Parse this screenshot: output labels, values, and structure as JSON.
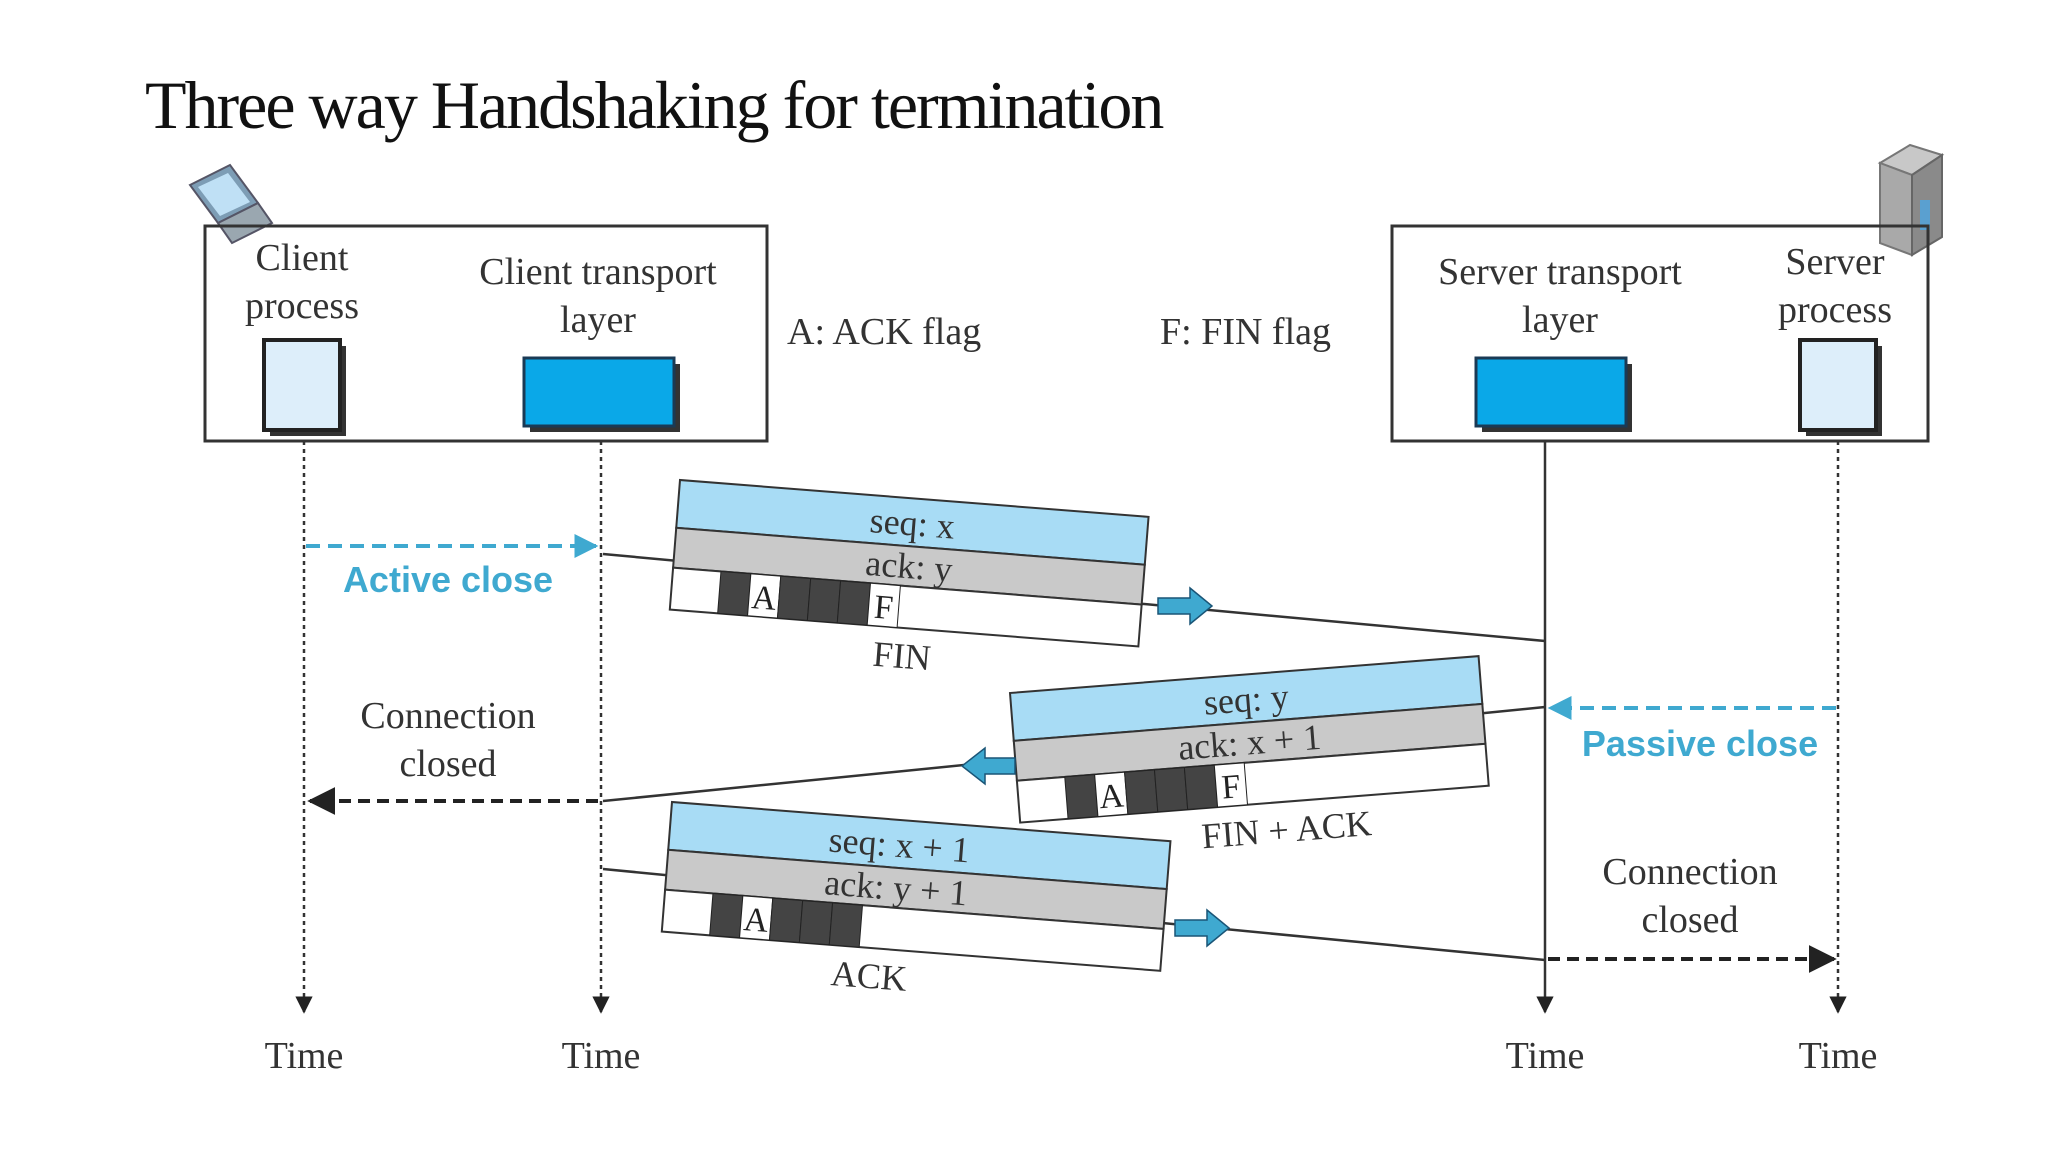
{
  "title": "Three way  Handshaking  for   termination",
  "legend": {
    "ack": "A: ACK flag",
    "fin": "F: FIN flag"
  },
  "client": {
    "process_label": [
      "Client",
      "process"
    ],
    "transport_label": [
      "Client transport",
      "layer"
    ]
  },
  "server": {
    "transport_label": [
      "Server transport",
      "layer"
    ],
    "process_label": [
      "Server",
      "process"
    ]
  },
  "events": {
    "active_close": "Active close",
    "passive_close": "Passive close",
    "client_closed": [
      "Connection",
      "closed"
    ],
    "server_closed": [
      "Connection",
      "closed"
    ]
  },
  "segments": [
    {
      "seq": "seq: x",
      "ack": "ack: y",
      "flags": [
        "A",
        "F"
      ],
      "name": "FIN"
    },
    {
      "seq": "seq: y",
      "ack": "ack: x + 1",
      "flags": [
        "A",
        "F"
      ],
      "name": "FIN + ACK"
    },
    {
      "seq": "seq: x + 1",
      "ack": "ack: y + 1",
      "flags": [
        "A"
      ],
      "name": "ACK"
    }
  ],
  "time_label": "Time",
  "colors": {
    "header_blue": "#a8dcf5",
    "transport_blue": "#0aa8e8",
    "process_fill": "#ddeefa",
    "ack_gray": "#c9c9c9",
    "close_blue": "#3fa9d0"
  },
  "icons": {
    "client": "laptop-icon",
    "server": "server-tower-icon"
  }
}
